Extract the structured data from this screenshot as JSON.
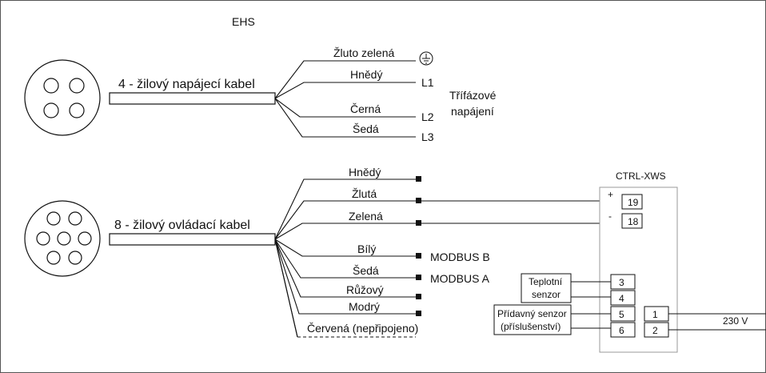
{
  "title": "EHS",
  "power": {
    "cable_label": "4 - žilový napájecí kabel",
    "wires": [
      {
        "name": "Žluto zelená",
        "term": ""
      },
      {
        "name": "Hnědý",
        "term": "L1"
      },
      {
        "name": "Černá",
        "term": "L2"
      },
      {
        "name": "Šedá",
        "term": "L3"
      }
    ],
    "supply_line1": "Třífázové",
    "supply_line2": "napájení"
  },
  "control": {
    "cable_label": "8 - žilový ovládací kabel",
    "wires": [
      {
        "name": "Hnědý",
        "term": ""
      },
      {
        "name": "Žlutá",
        "term": ""
      },
      {
        "name": "Zelená",
        "term": ""
      },
      {
        "name": "Bílý",
        "term": "MODBUS B"
      },
      {
        "name": "Šedá",
        "term": "MODBUS A"
      },
      {
        "name": "Růžový",
        "term": ""
      },
      {
        "name": "Modrý",
        "term": ""
      },
      {
        "name": "Červená (nepřipojeno)",
        "term": ""
      }
    ]
  },
  "ctrl": {
    "title": "CTRL-XWS",
    "plus": "+",
    "minus": "-",
    "t19": "19",
    "t18": "18",
    "t3": "3",
    "t4": "4",
    "t5": "5",
    "t6": "6",
    "t1": "1",
    "t2": "2",
    "sensor1_line1": "Teplotní",
    "sensor1_line2": "senzor",
    "sensor2_line1": "Přídavný senzor",
    "sensor2_line2": "(příslušenství)",
    "voltage": "230 V"
  },
  "colors": {
    "line": "#111111",
    "background": "#ffffff",
    "box_border": "#999999"
  }
}
